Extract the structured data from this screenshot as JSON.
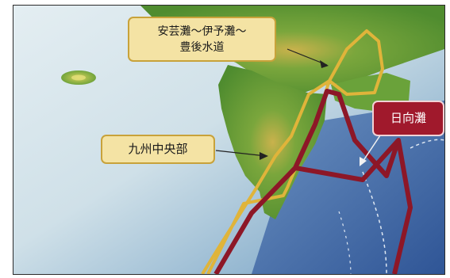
{
  "map": {
    "region_labels": [
      {
        "id": "aki-iyo-bungo",
        "line1": "安芸灘～伊予灘～",
        "line2": "豊後水道",
        "style": "yellow"
      },
      {
        "id": "kyushu-central",
        "text": "九州中央部",
        "style": "yellow"
      },
      {
        "id": "hyuga-nada",
        "text": "日向灘",
        "style": "red"
      }
    ],
    "colors": {
      "label_fill_yellow": "#f4e3a4",
      "label_border_yellow": "#c8a23a",
      "label_fill_red": "#a0192c",
      "boundary_yellow": "#e0b43a",
      "boundary_red": "#8d1727",
      "ocean_deep": "#3f67a8",
      "land_green": "#5c9a35"
    }
  }
}
